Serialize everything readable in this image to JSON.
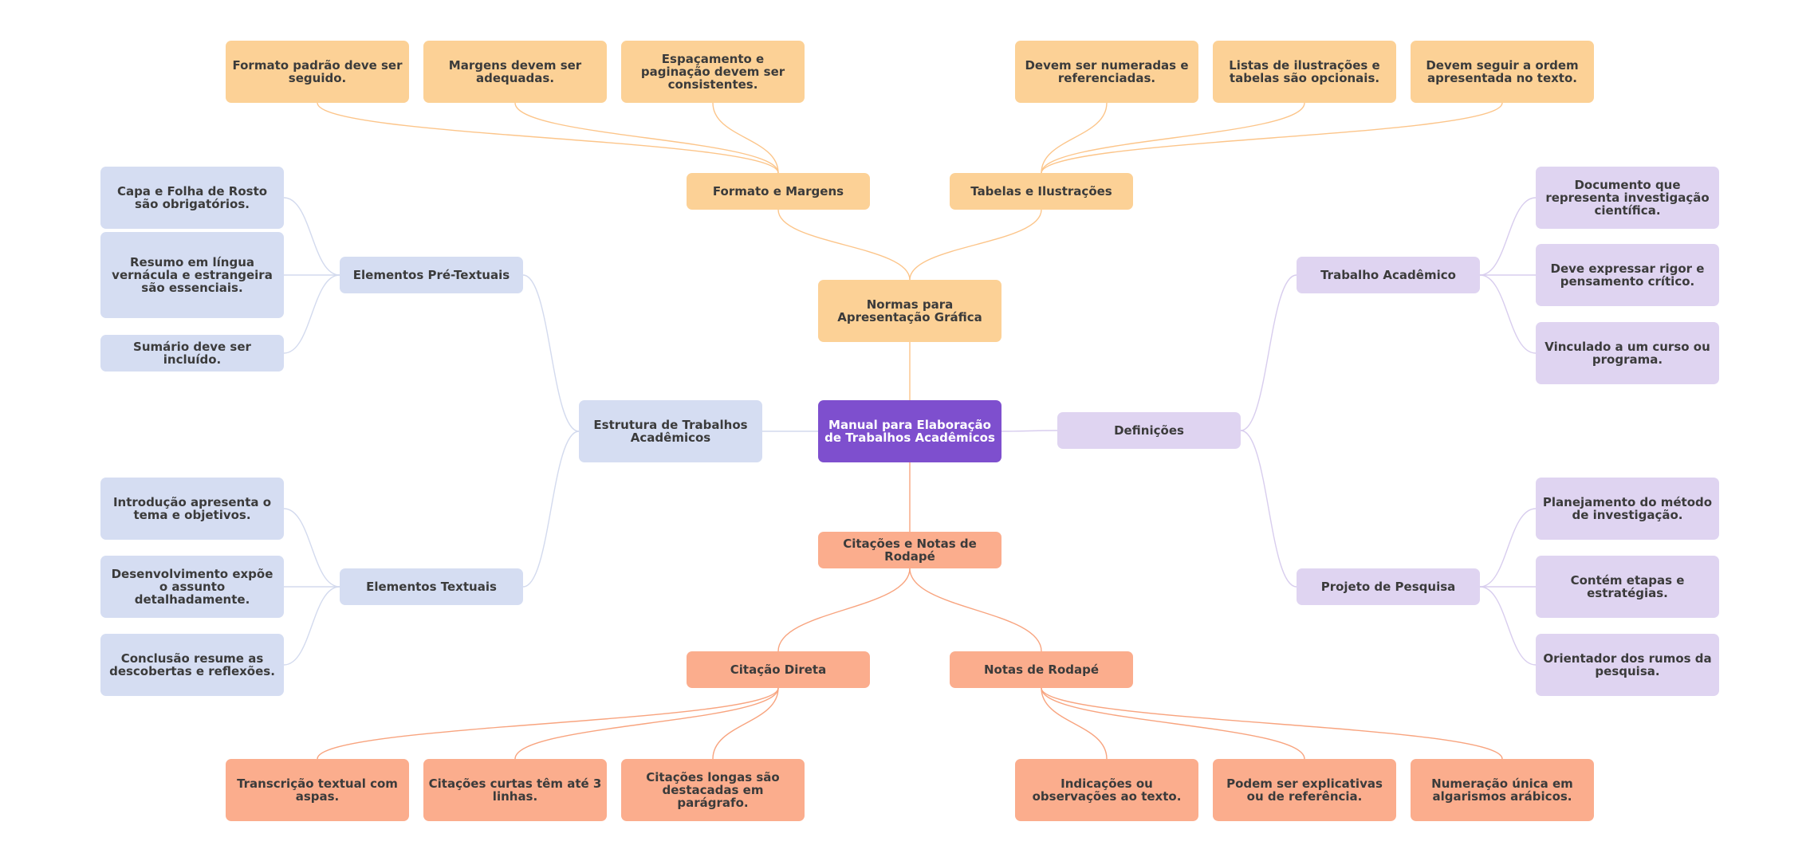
{
  "colors": {
    "root": "#7e4fce",
    "format_branch": "#fcd196",
    "citations_branch": "#fbad8d",
    "structure_branch": "#d5ddf2",
    "definitions_branch": "#dfd4f1",
    "edge_orange": "#fcc58a",
    "edge_salmon": "#f8a47f",
    "edge_blue": "#d3daee",
    "edge_purple": "#d8cdee"
  },
  "nodes": {
    "root": "Manual para Elaboração de Trabalhos Acadêmicos",
    "normas": "Normas para Apresentação Gráfica",
    "formato_margens": "Formato e Margens",
    "formato_padrao": "Formato padrão deve ser seguido.",
    "margens": "Margens devem ser adequadas.",
    "espacamento": "Espaçamento e paginação devem ser consistentes.",
    "tabelas_ilustracoes": "Tabelas e Ilustrações",
    "numeradas": "Devem ser numeradas e referenciadas.",
    "listas": "Listas de ilustrações e tabelas são opcionais.",
    "ordem": "Devem seguir a ordem apresentada no texto.",
    "citacoes_notas": "Citações e Notas de Rodapé",
    "citacao_direta": "Citação Direta",
    "transcricao": "Transcrição textual com aspas.",
    "citacoes_curtas": "Citações curtas têm até 3 linhas.",
    "citacoes_longas": "Citações longas são destacadas em parágrafo.",
    "notas_rodape": "Notas de Rodapé",
    "indicacoes": "Indicações ou observações ao texto.",
    "explicativas": "Podem ser explicativas ou de referência.",
    "numeracao": "Numeração única em algarismos arábicos.",
    "estrutura": "Estrutura de Trabalhos Acadêmicos",
    "pre_textuais": "Elementos Pré-Textuais",
    "capa": "Capa e Folha de Rosto são obrigatórios.",
    "resumo": "Resumo em língua vernácula e estrangeira são essenciais.",
    "sumario": "Sumário deve ser incluído.",
    "textuais": "Elementos Textuais",
    "introducao": "Introdução apresenta o tema e objetivos.",
    "desenvolvimento": "Desenvolvimento expõe o assunto detalhadamente.",
    "conclusao": "Conclusão resume as descobertas e reflexões.",
    "definicoes": "Definições",
    "trabalho_academico": "Trabalho Acadêmico",
    "documento": "Documento que representa investigação científica.",
    "rigor": "Deve expressar rigor e pensamento crítico.",
    "vinculado": "Vinculado a um curso ou programa.",
    "projeto_pesquisa": "Projeto de Pesquisa",
    "planejamento": "Planejamento do método de investigação.",
    "etapas": "Contém etapas e estratégias.",
    "orientador": "Orientador dos rumos da pesquisa."
  }
}
